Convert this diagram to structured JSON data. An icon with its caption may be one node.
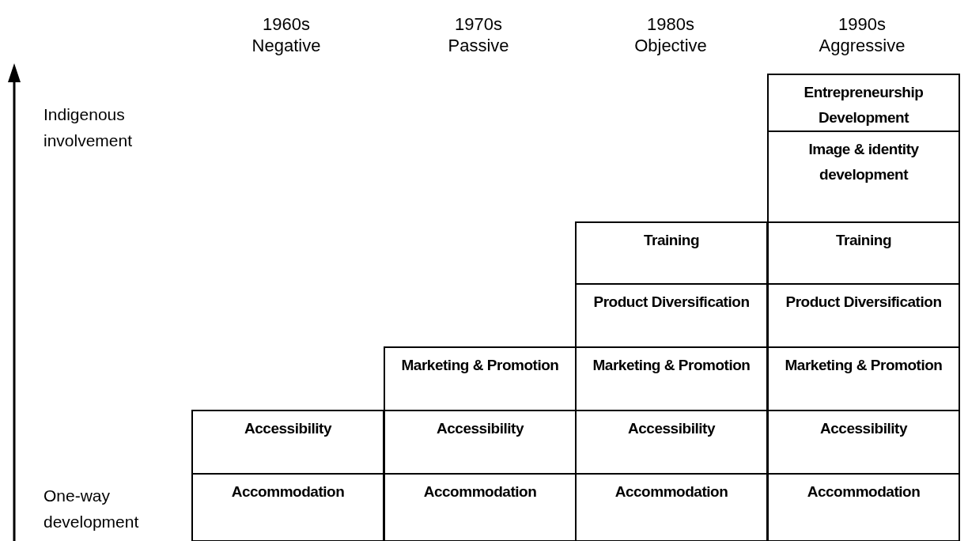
{
  "diagram": {
    "nodes": [
      {
        "text": [
          "Entrepreneurship Development"
        ]
      },
      {
        "text": [
          "Image & identity development"
        ]
      },
      {
        "text": [
          "Training"
        ]
      },
      {
        "text": [
          "Training"
        ]
      },
      {
        "text": [
          "Product Diversification"
        ]
      },
      {
        "text": [
          "Product Diversification"
        ]
      },
      {
        "text": [
          "Marketing & Promotion"
        ]
      },
      {
        "text": [
          "Marketing & Promotion"
        ]
      },
      {
        "text": [
          "Marketing & Promotion"
        ]
      },
      {
        "text": [
          "Accessibility"
        ]
      },
      {
        "text": [
          "Accessibility"
        ]
      },
      {
        "text": [
          "Accessibility"
        ]
      },
      {
        "text": [
          "Accessibility"
        ]
      },
      {
        "text": [
          "Accommodation"
        ]
      },
      {
        "text": [
          "Accommodation"
        ]
      },
      {
        "text": [
          "Accommodation"
        ]
      },
      {
        "text": [
          "Accommodation"
        ]
      }
    ],
    "edges": [],
    "labels": [
      "1960s",
      "Negative",
      "1970s",
      "Passive",
      "1980s",
      "Objective",
      "1990s",
      "Aggressive",
      "Indigenous involvement",
      "One-way development"
    ]
  }
}
